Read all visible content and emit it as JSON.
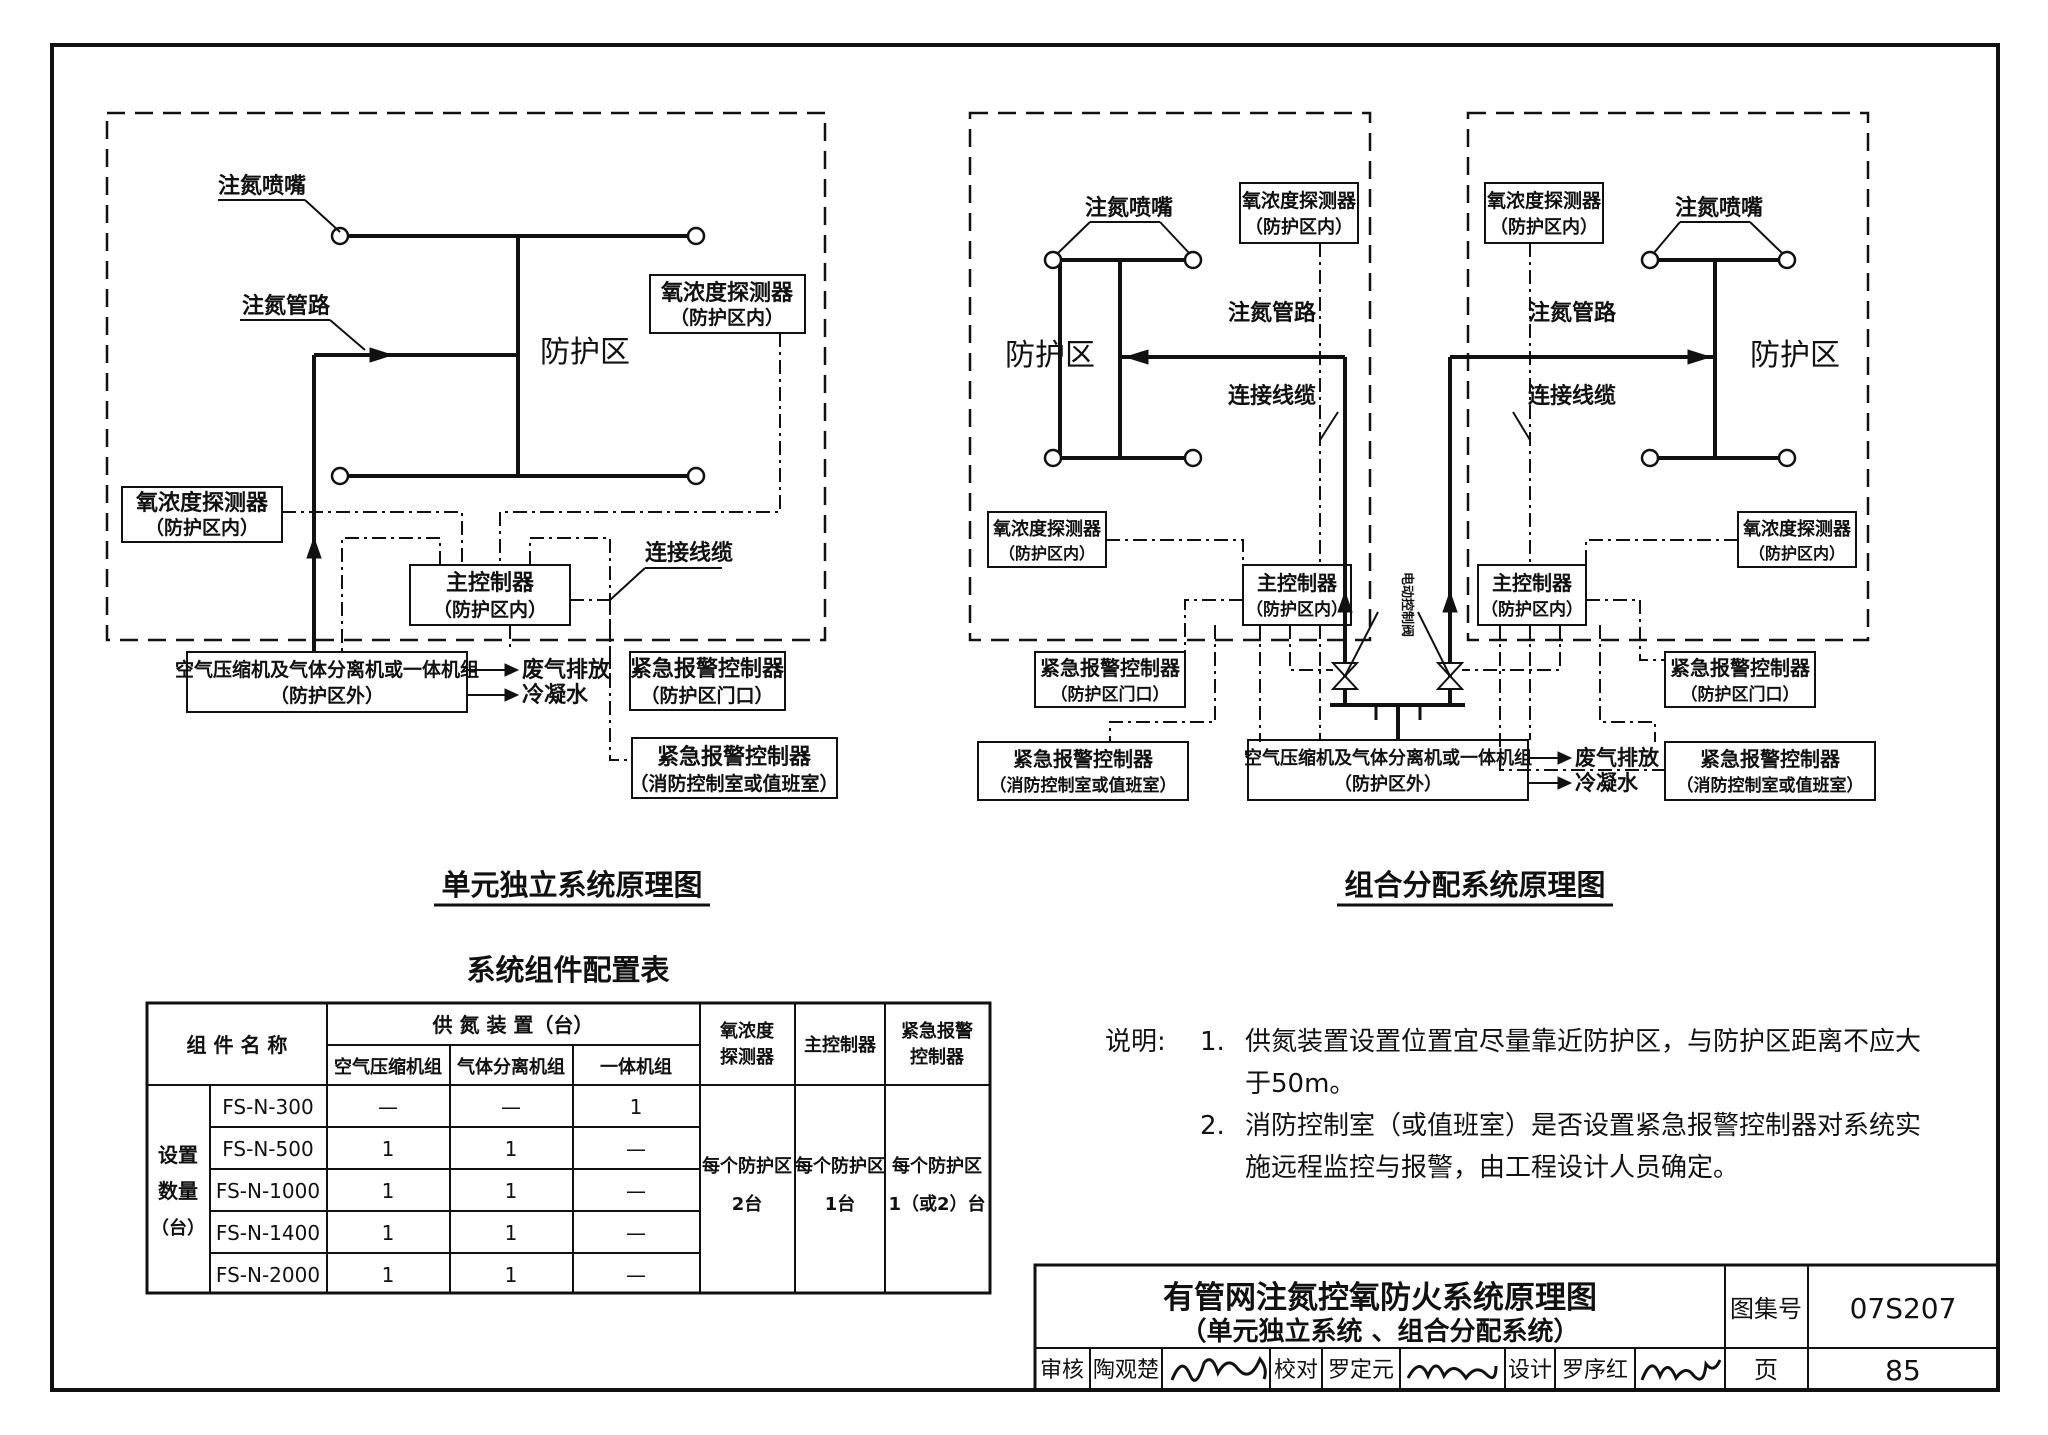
{
  "left_diagram": {
    "title": "单元独立系统原理图",
    "zone_label": "防护区",
    "nozzle_label": "注氮喷嘴",
    "pipe_label": "注氮管路",
    "cable_label": "连接线缆",
    "detector_right": {
      "line1": "氧浓度探测器",
      "line2": "（防护区内）"
    },
    "detector_left": {
      "line1": "氧浓度探测器",
      "line2": "（防护区内）"
    },
    "controller": {
      "line1": "主控制器",
      "line2": "（防护区内）"
    },
    "compressor": {
      "line1": "空气压缩机及气体分离机或一体机组",
      "line2": "（防护区外）"
    },
    "exhaust": "废气排放",
    "condensate": "冷凝水",
    "alarm_door": {
      "line1": "紧急报警控制器",
      "line2": "（防护区门口）"
    },
    "alarm_room": {
      "line1": "紧急报警控制器",
      "line2": "（消防控制室或值班室）"
    }
  },
  "right_diagram": {
    "title": "组合分配系统原理图",
    "zone_label_left": "防护区",
    "zone_label_right": "防护区",
    "nozzle_label_left": "注氮喷嘴",
    "nozzle_label_right": "注氮喷嘴",
    "pipe_label_left": "注氮管路",
    "pipe_label_right": "注氮管路",
    "cable_label_left": "连接线缆",
    "cable_label_right": "连接线缆",
    "detector_top_left": {
      "line1": "氧浓度探测器",
      "line2": "（防护区内）"
    },
    "detector_top_right": {
      "line1": "氧浓度探测器",
      "line2": "（防护区内）"
    },
    "detector_mid_left": {
      "line1": "氧浓度探测器",
      "line2": "（防护区内）"
    },
    "detector_mid_right": {
      "line1": "氧浓度探测器",
      "line2": "（防护区内）"
    },
    "controller_left": {
      "line1": "主控制器",
      "line2": "（防护区内）"
    },
    "controller_right": {
      "line1": "主控制器",
      "line2": "（防护区内）"
    },
    "valve_label": "电动控制阀",
    "alarm_door_left": {
      "line1": "紧急报警控制器",
      "line2": "（防护区门口）"
    },
    "alarm_door_right": {
      "line1": "紧急报警控制器",
      "line2": "（防护区门口）"
    },
    "alarm_room_left": {
      "line1": "紧急报警控制器",
      "line2": "（消防控制室或值班室）"
    },
    "alarm_room_right": {
      "line1": "紧急报警控制器",
      "line2": "（消防控制室或值班室）"
    },
    "compressor": {
      "line1": "空气压缩机及气体分离机或一体机组",
      "line2": "（防护区外）"
    },
    "exhaust": "废气排放",
    "condensate": "冷凝水"
  },
  "table": {
    "title": "系统组件配置表",
    "header_component": "组 件 名 称",
    "header_supply": "供 氮 装 置（台）",
    "sub_headers": [
      "空气压缩机组",
      "气体分离机组",
      "一体机组"
    ],
    "header_detector": [
      "氧浓度",
      "探测器"
    ],
    "header_controller": "主控制器",
    "header_alarm": [
      "紧急报警",
      "控制器"
    ],
    "row_group_label": [
      "设置",
      "数量",
      "（台）"
    ],
    "rows": [
      {
        "model": "FS-N-300",
        "compressor": "—",
        "separator": "—",
        "integrated": "1"
      },
      {
        "model": "FS-N-500",
        "compressor": "1",
        "separator": "1",
        "integrated": "—"
      },
      {
        "model": "FS-N-1000",
        "compressor": "1",
        "separator": "1",
        "integrated": "—"
      },
      {
        "model": "FS-N-1400",
        "compressor": "1",
        "separator": "1",
        "integrated": "—"
      },
      {
        "model": "FS-N-2000",
        "compressor": "1",
        "separator": "1",
        "integrated": "—"
      }
    ],
    "detector_value": [
      "每个防护区",
      "2台"
    ],
    "controller_value": [
      "每个防护区",
      "1台"
    ],
    "alarm_value": [
      "每个防护区",
      "1（或2）台"
    ]
  },
  "notes": {
    "label": "说明:",
    "items": [
      {
        "num": "1.",
        "line1": "供氮装置设置位置宜尽量靠近防护区，与防护区距离不应大",
        "line2": "于50m。"
      },
      {
        "num": "2.",
        "line1": "消防控制室（或值班室）是否设置紧急报警控制器对系统实",
        "line2": "施远程监控与报警，由工程设计人员确定。"
      }
    ]
  },
  "title_block": {
    "main_title": "有管网注氮控氧防火系统原理图",
    "sub_title": "（单元独立系统 、组合分配系统）",
    "atlas_label": "图集号",
    "atlas_no": "07S207",
    "page_label": "页",
    "page_no": "85",
    "review_label": "审核",
    "review_name": "陶观楚",
    "check_label": "校对",
    "check_name": "罗定元",
    "design_label": "设计",
    "design_name": "罗序红"
  }
}
